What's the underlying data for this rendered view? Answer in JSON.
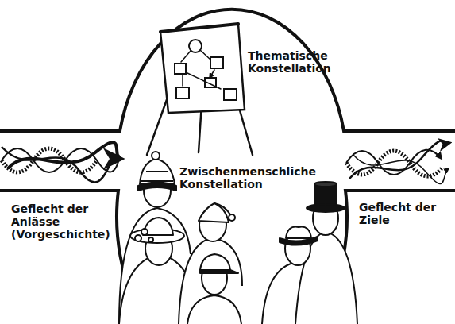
{
  "diagram": {
    "labels": [
      "Thematische Konstellation",
      "Zwischenmenschliche Konstellation",
      "Geflecht der Anlässe (Vorgeschichte)",
      "Geflecht der Ziele"
    ]
  }
}
